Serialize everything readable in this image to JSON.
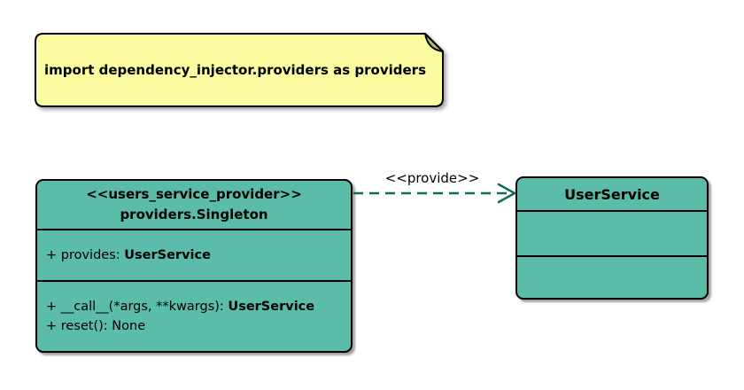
{
  "colors": {
    "class_fill": "#5ABCA9",
    "note_fill": "#FBFB9F",
    "note_fold": "#B5B56E",
    "arrow_color": "#0F6B5C",
    "line_color": "#000000",
    "text_color": "#000000"
  },
  "note": {
    "text": "import dependency_injector.providers as providers"
  },
  "singleton_class": {
    "stereotype": "<<users_service_provider>>",
    "name": "providers.Singleton",
    "attributes": [
      {
        "text": "+ provides: ",
        "type": "UserService"
      }
    ],
    "methods": [
      {
        "text": "+ __call__(*args, **kwargs): ",
        "type": "UserService"
      },
      {
        "text": "+ reset(): None",
        "type": ""
      }
    ]
  },
  "user_service_class": {
    "name": "UserService"
  },
  "relation": {
    "label": "<<provide>>",
    "style": "dashed-open-arrow"
  }
}
